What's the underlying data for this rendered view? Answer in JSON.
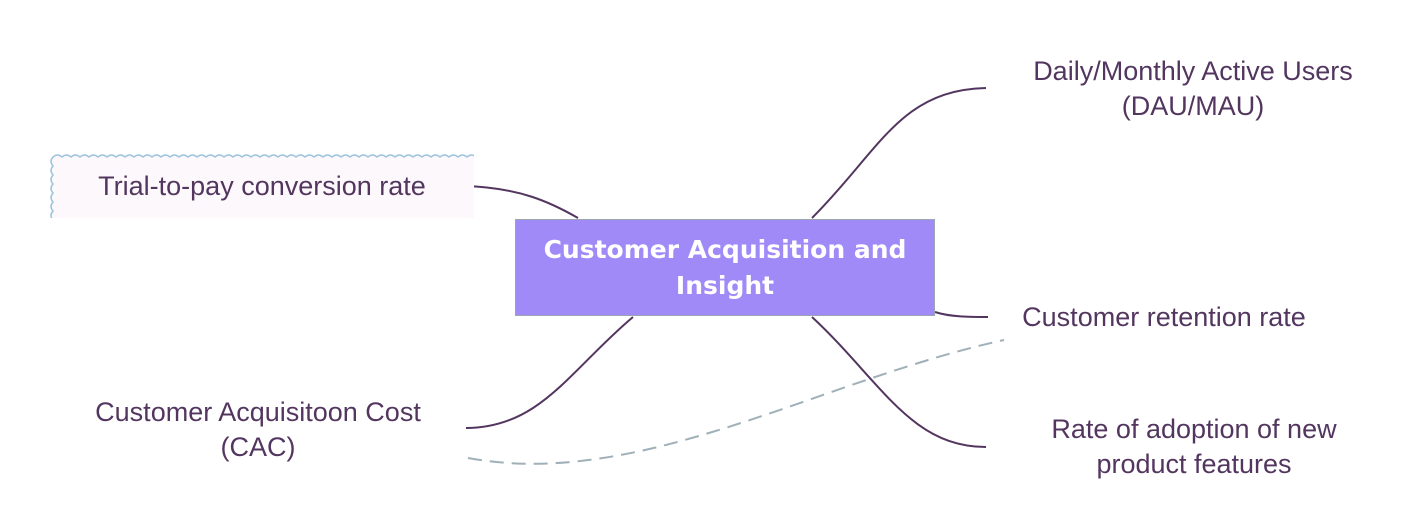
{
  "central_topic": {
    "line1": "Customer Acquisition and",
    "line2": "Insight",
    "fill": "#a08af8",
    "text_color": "#ffffff"
  },
  "subtopics": {
    "trial_to_pay": "Trial-to-pay conversion rate",
    "dau_mau_line1": "Daily/Monthly Active Users",
    "dau_mau_line2": "(DAU/MAU)",
    "retention": "Customer retention rate",
    "cac_line1": "Customer Acquisitoon Cost",
    "cac_line2": "(CAC)",
    "adoption_line1": "Rate of adoption of new",
    "adoption_line2": "product features"
  },
  "colors": {
    "branch_line": "#53365f",
    "relationship_line": "#9fb0b8",
    "topic_text": "#53365f",
    "wavy_border": "#9ec3dd",
    "wavy_fill": "#fcf8fb"
  },
  "relationships": [
    {
      "from": "cac",
      "to": "retention",
      "style": "dashed"
    }
  ]
}
